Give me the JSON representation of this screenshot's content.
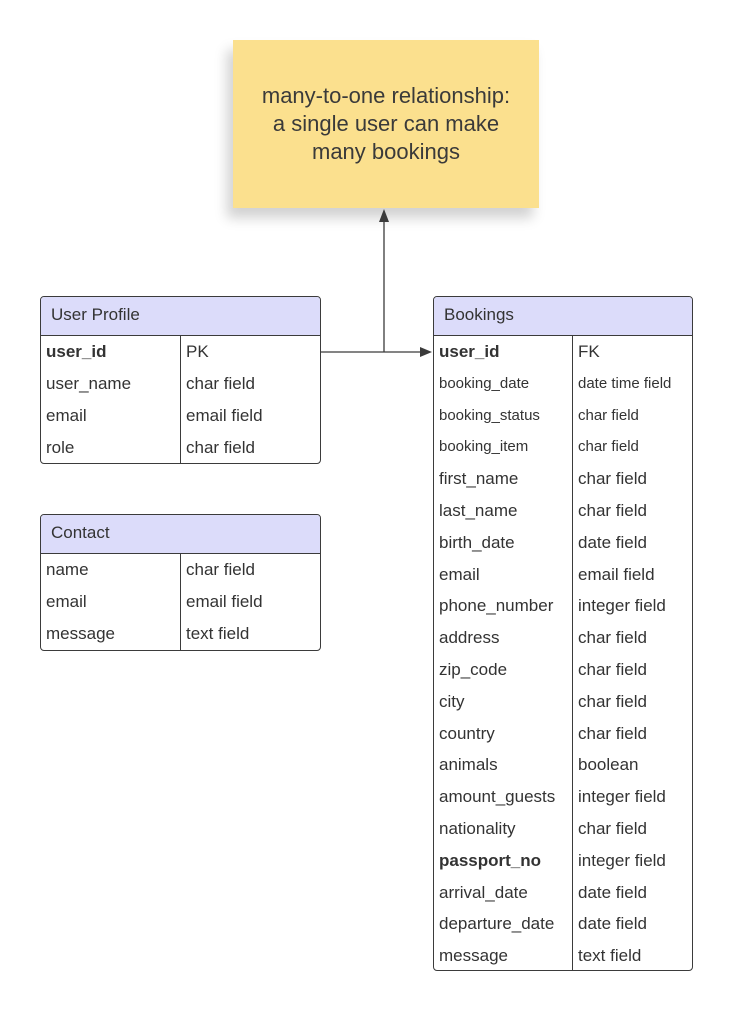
{
  "note": {
    "text": "many-to-one relationship:\na single user can make\nmany bookings"
  },
  "user_profile": {
    "title": "User Profile",
    "rows": [
      {
        "field": "user_id",
        "type": "PK",
        "bold": true
      },
      {
        "field": "user_name",
        "type": "char field"
      },
      {
        "field": "email",
        "type": "email field"
      },
      {
        "field": "role",
        "type": "char field"
      }
    ]
  },
  "contact": {
    "title": "Contact",
    "rows": [
      {
        "field": "name",
        "type": "char field"
      },
      {
        "field": "email",
        "type": "email field"
      },
      {
        "field": "message",
        "type": "text field"
      }
    ]
  },
  "bookings": {
    "title": "Bookings",
    "rows": [
      {
        "field": "user_id",
        "type": "FK",
        "bold": true
      },
      {
        "field": "booking_date",
        "type": "date time field",
        "small": true
      },
      {
        "field": "booking_status",
        "type": "char field",
        "small": true
      },
      {
        "field": "booking_item",
        "type": "char field",
        "small": true
      },
      {
        "field": "first_name",
        "type": "char field"
      },
      {
        "field": "last_name",
        "type": "char field"
      },
      {
        "field": "birth_date",
        "type": "date field"
      },
      {
        "field": "email",
        "type": "email field"
      },
      {
        "field": "phone_number",
        "type": "integer field"
      },
      {
        "field": "address",
        "type": "char field"
      },
      {
        "field": "zip_code",
        "type": "char field"
      },
      {
        "field": "city",
        "type": "char field"
      },
      {
        "field": "country",
        "type": "char field"
      },
      {
        "field": "animals",
        "type": "boolean"
      },
      {
        "field": "amount_guests",
        "type": "integer field"
      },
      {
        "field": "nationality",
        "type": "char field"
      },
      {
        "field": "passport_no",
        "type": "integer field",
        "bold": true
      },
      {
        "field": "arrival_date",
        "type": "date field"
      },
      {
        "field": "departure_date",
        "type": "date field"
      },
      {
        "field": "message",
        "type": "text field"
      }
    ]
  }
}
